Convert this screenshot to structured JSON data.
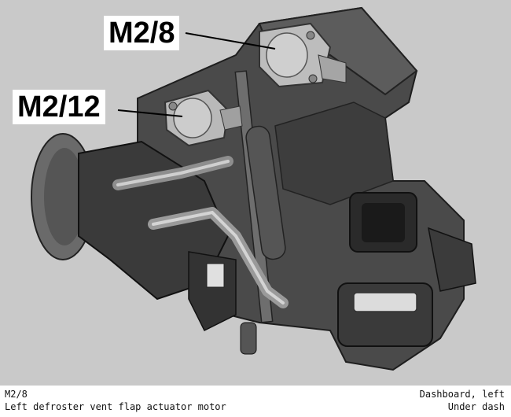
{
  "figure": {
    "callouts": {
      "m2_8": "M2/8",
      "m2_12": "M2/12"
    }
  },
  "caption": {
    "component_code": "M2/8",
    "component_description": "Left defroster vent flap actuator motor",
    "location_primary": "Dashboard, left",
    "location_secondary": "Under dash"
  },
  "colors": {
    "background": "#c9c9c9",
    "housing_dark": "#3a3a3a",
    "housing_mid": "#5a5a5a",
    "motor_light": "#bdbdbd",
    "pipe": "#a8a8a8",
    "callout_bg": "#ffffff",
    "callout_text": "#000000"
  }
}
